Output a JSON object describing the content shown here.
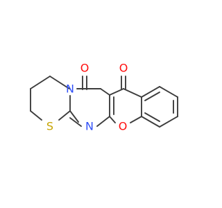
{
  "atoms": {
    "oxygen_top_left": {
      "label": "O",
      "color": "#ff0d0d"
    },
    "oxygen_top_right": {
      "label": "O",
      "color": "#ff0d0d"
    },
    "oxygen_ring": {
      "label": "O",
      "color": "#ff0d0d"
    },
    "nitrogen_upper": {
      "label": "N",
      "color": "#3050f8"
    },
    "nitrogen_lower": {
      "label": "N",
      "color": "#3050f8"
    },
    "sulfur": {
      "label": "S",
      "color": "#c6a400"
    }
  },
  "bond_color": "#3c3c3c"
}
